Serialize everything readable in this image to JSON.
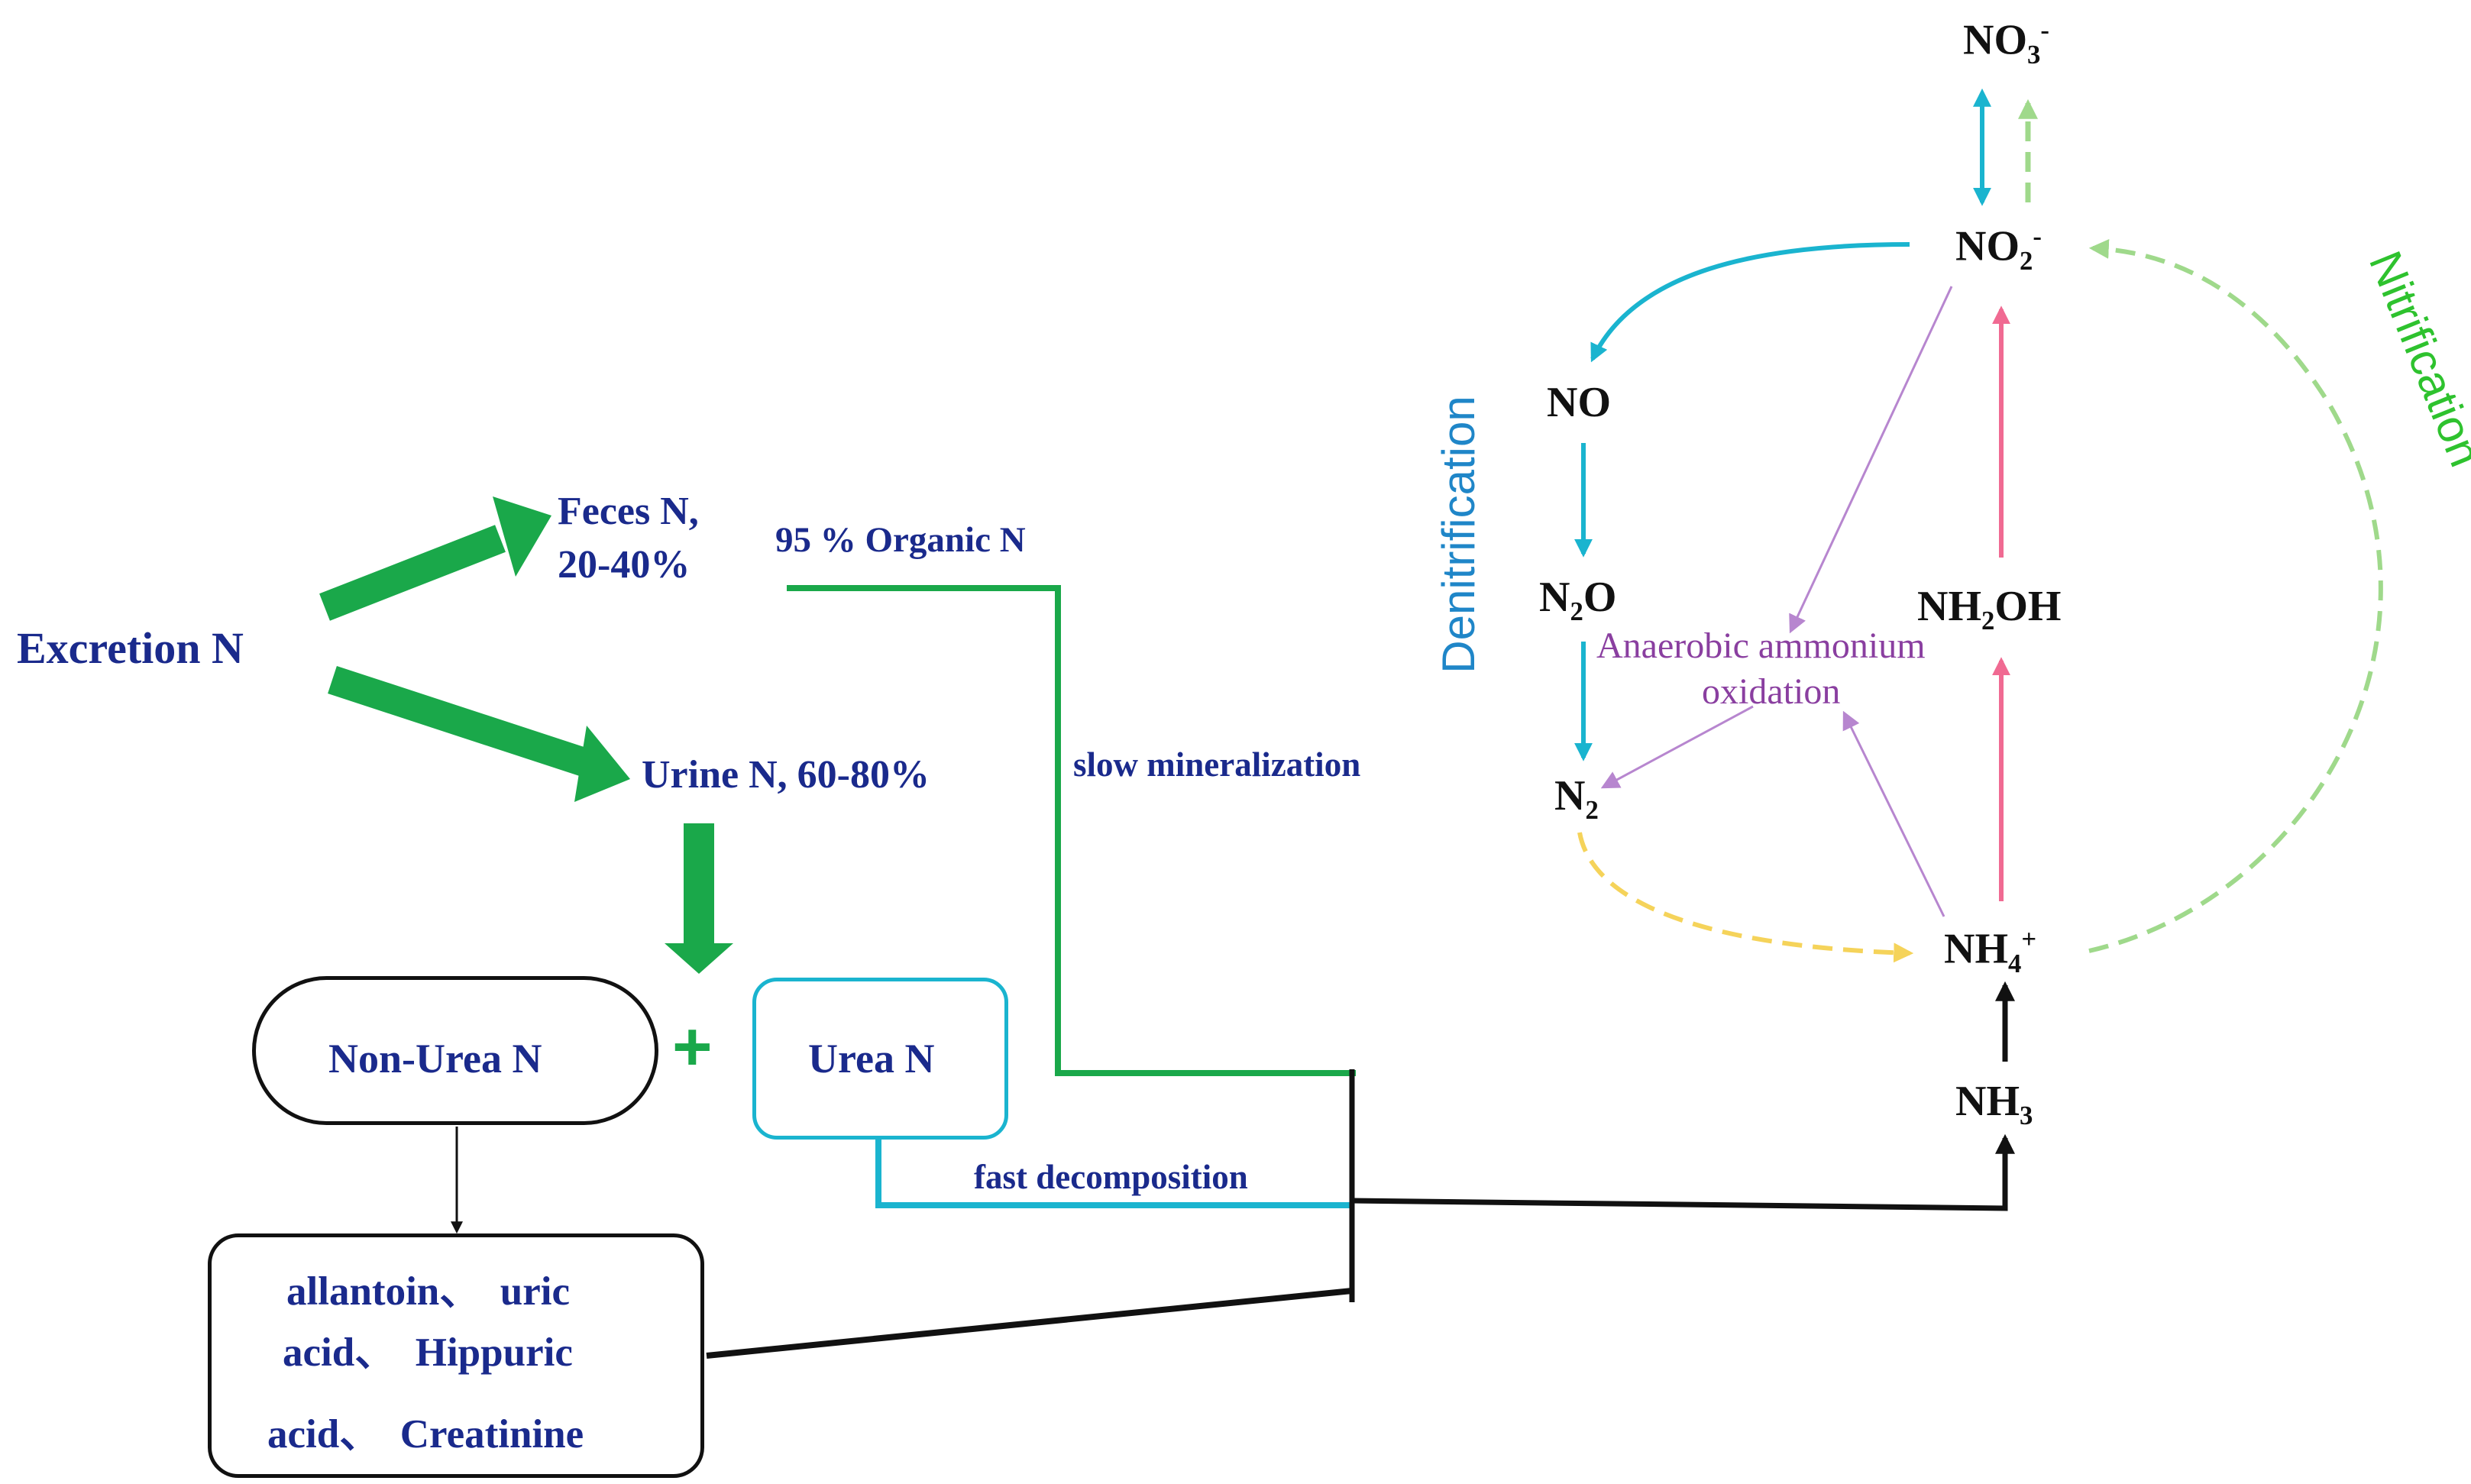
{
  "left": {
    "excretion": "Excretion N",
    "feces_line1": "Feces N,",
    "feces_line2": "20-40%",
    "organic": "95 % Organic N",
    "urine": "Urine N, 60-80%",
    "slow": "slow mineralization",
    "non_urea": "Non-Urea N",
    "plus": "+",
    "urea": "Urea N",
    "fast": "fast decomposition",
    "compounds": {
      "line1a": "allantoin",
      "line1b": "uric",
      "line2a": "acid",
      "line2b": "Hippuric",
      "line3a": "acid",
      "line3b": "Creatinine",
      "separator": "、"
    }
  },
  "cycle": {
    "no3": {
      "base": "NO",
      "sub": "3",
      "sup": "-"
    },
    "no2": {
      "base": "NO",
      "sub": "2",
      "sup": "-"
    },
    "no": "NO",
    "n2o": {
      "base": "N",
      "sub": "2",
      "rest": "O"
    },
    "n2": {
      "base": "N",
      "sub": "2"
    },
    "nh2oh": {
      "base": "NH",
      "sub": "2",
      "rest": "OH"
    },
    "nh4": {
      "base": "NH",
      "sub": "4",
      "sup": "+"
    },
    "nh3": {
      "base": "NH",
      "sub": "3"
    },
    "anammox_line1": "Anaerobic ammonium",
    "anammox_line2": "oxidation",
    "denitrification": "Denitrification",
    "nitrification": "Nitrification"
  },
  "colors": {
    "navy_text": "#1a2a8c",
    "green_arrow": "#1aa84a",
    "cyan": "#1ab4cf",
    "light_green": "#9fd98b",
    "pink": "#f06a92",
    "purple": "#b786cf",
    "yellow": "#f5d35a",
    "denitrification_text": "#1f86c8",
    "nitrification_text": "#2ec22e"
  }
}
